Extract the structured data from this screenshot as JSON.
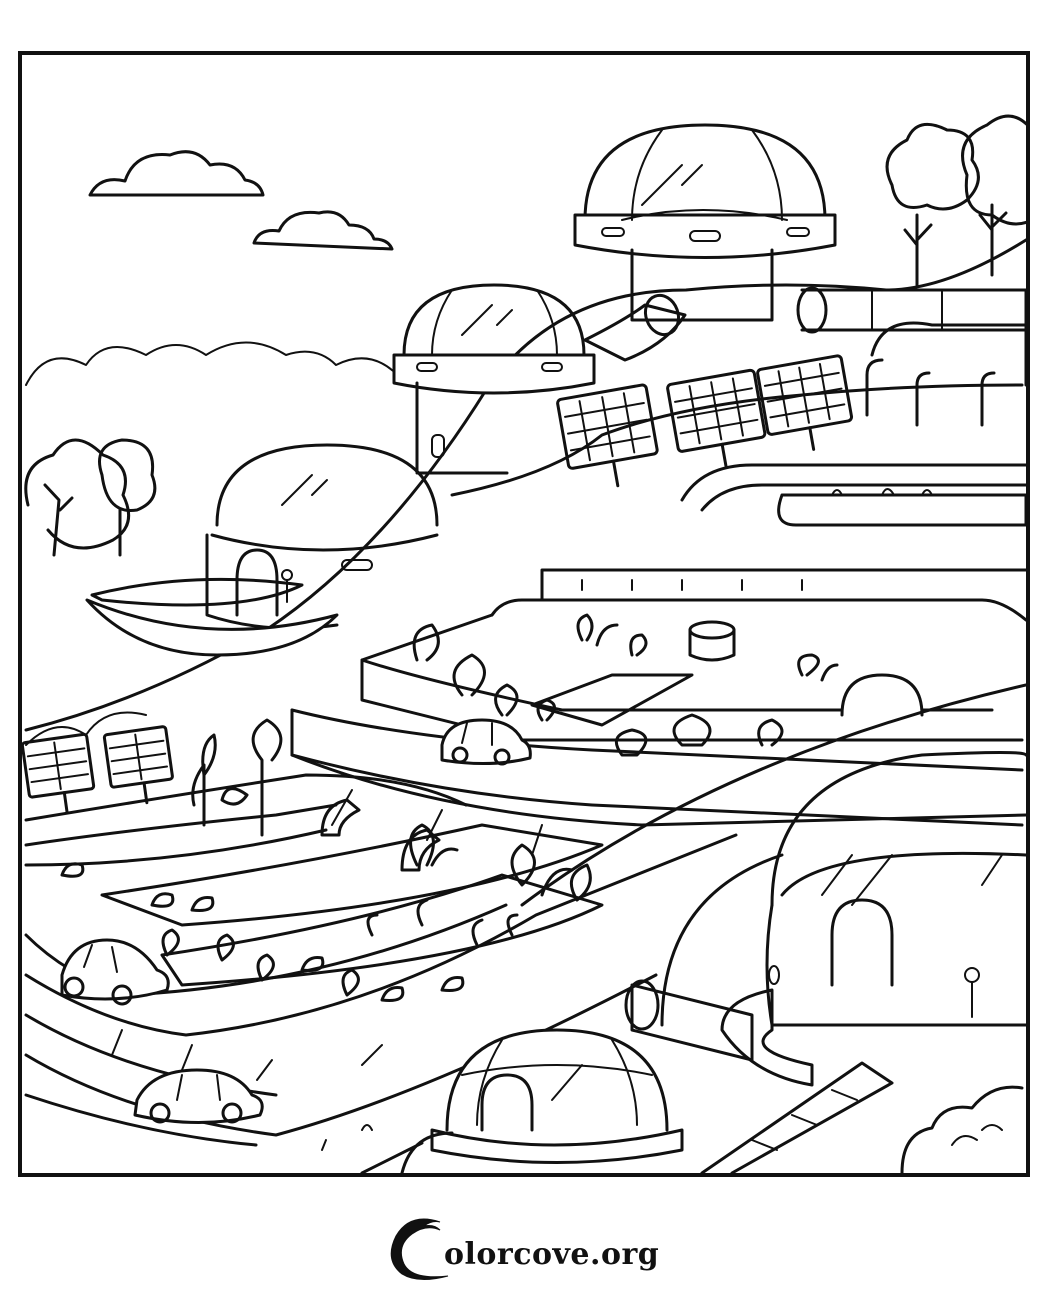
{
  "page": {
    "type": "coloring-page",
    "subject": "futuristic eco farm city with glass domes, solar panels, terraced gardens and roads",
    "colors": {
      "line": "#111111",
      "background": "#ffffff"
    }
  },
  "illustration": {
    "domes": [
      {
        "name": "tall-tower-dome",
        "position": "top-center-right"
      },
      {
        "name": "mid-tower-dome",
        "position": "upper-center"
      },
      {
        "name": "saucer-dome",
        "position": "left-middle"
      },
      {
        "name": "large-dome-house",
        "position": "bottom-right"
      },
      {
        "name": "small-igloo-dome",
        "position": "bottom-center"
      }
    ],
    "solar_panels": [
      {
        "grid": "4x4",
        "position": "upper-right-1"
      },
      {
        "grid": "4x4",
        "position": "upper-right-2"
      },
      {
        "grid": "4x4",
        "position": "upper-right-3"
      },
      {
        "grid": "2x4",
        "position": "lower-left-1"
      },
      {
        "grid": "2x4",
        "position": "lower-left-2"
      }
    ],
    "cars": [
      {
        "position": "middle-road"
      },
      {
        "position": "lower-left-road"
      },
      {
        "position": "bottom-left-road"
      }
    ],
    "clouds": 2,
    "trees": 5
  },
  "footer": {
    "logo_text": "olorcove.org",
    "logo_mark": "C"
  }
}
